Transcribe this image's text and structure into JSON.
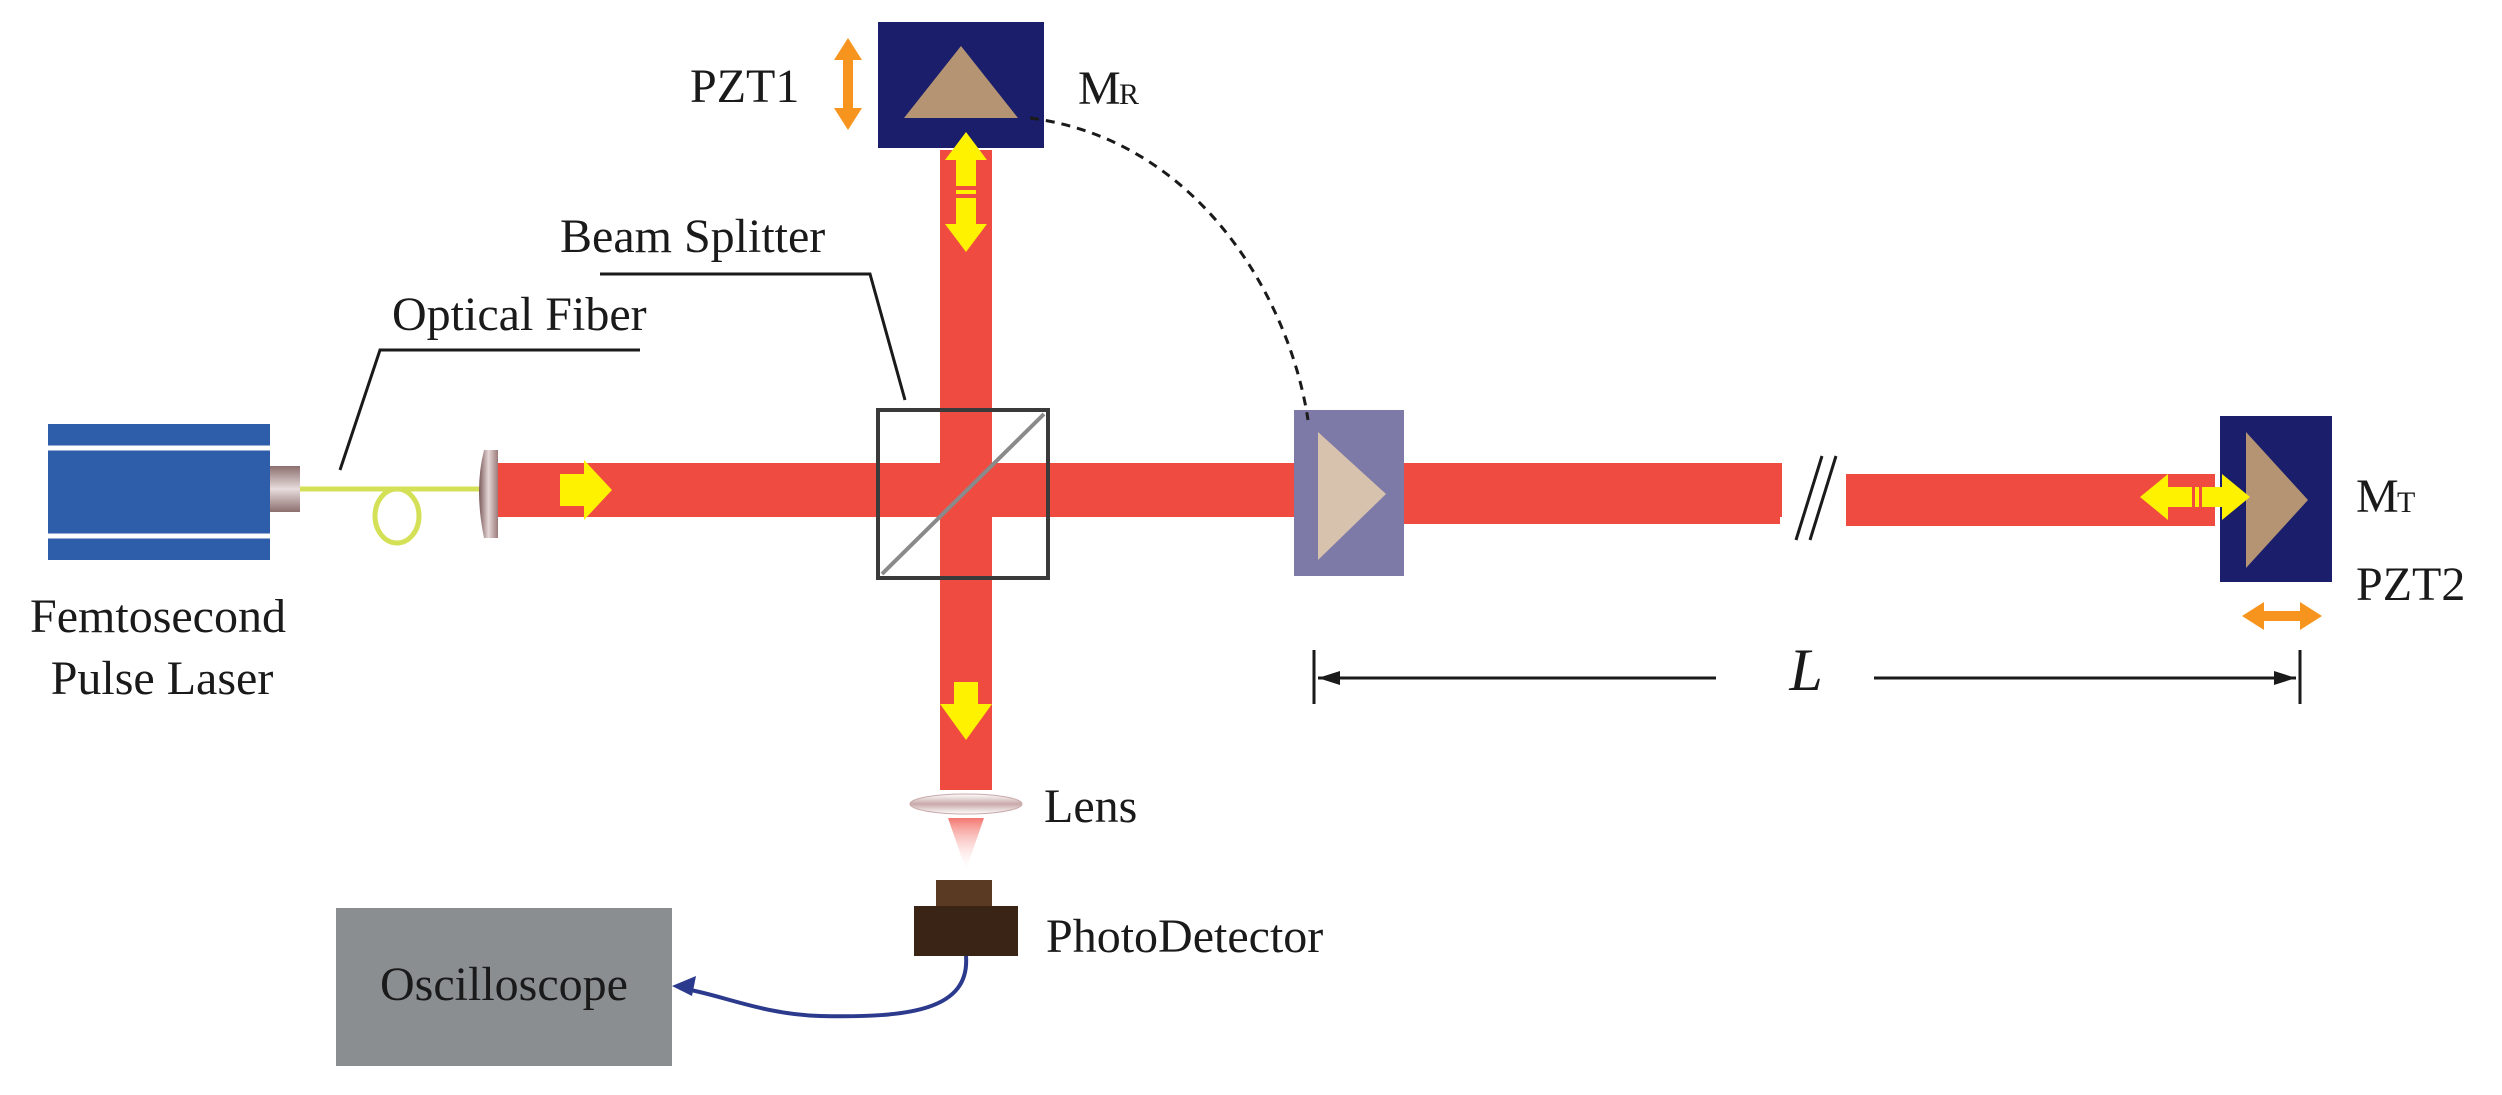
{
  "labels": {
    "pzt1": "PZT1",
    "mr_main": "M",
    "mr_sub": "R",
    "mt_main": "M",
    "mt_sub": "T",
    "pzt2": "PZT2",
    "beam_splitter": "Beam Splitter",
    "optical_fiber": "Optical Fiber",
    "laser_line1": "Femtosecond",
    "laser_line2": "Pulse Laser",
    "lens": "Lens",
    "photodetector": "PhotoDetector",
    "oscilloscope": "Oscilloscope",
    "distance": "L"
  },
  "colors": {
    "beam": "#EF4B40",
    "arrow_yellow": "#FFF200",
    "pzt_orange": "#F7941D",
    "mirror_frame": "#1B1F6B",
    "prism": "#B59474",
    "prism_mount": "#7E7AA8",
    "prism_light": "#D7C2AE",
    "laser_blue": "#2E5DAA",
    "fiber": "#D4E157",
    "oscilloscope": "#8A8E91",
    "detector_dark": "#3A2416",
    "detector_top": "#5A3A22",
    "cable": "#2B3A8C"
  }
}
